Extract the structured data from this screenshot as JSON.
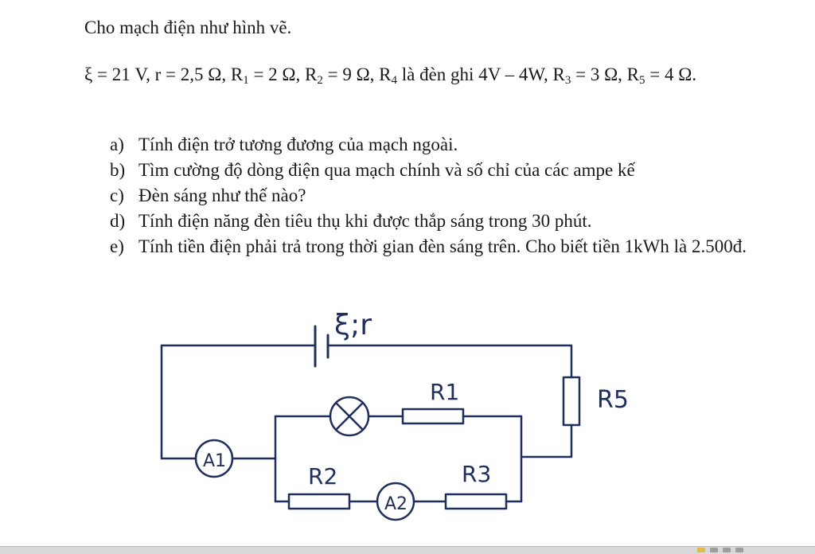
{
  "problem": {
    "intro": "Cho mạch điện như hình vẽ.",
    "given": [
      {
        "t": "ξ = 21 V, r = 2,5 Ω, R"
      },
      {
        "s": "1"
      },
      {
        "t": " = 2 Ω, R"
      },
      {
        "s": "2"
      },
      {
        "t": " = 9 Ω, R"
      },
      {
        "s": "4"
      },
      {
        "t": " là đèn ghi 4V – 4W, R"
      },
      {
        "s": "3"
      },
      {
        "t": " = 3 Ω, R"
      },
      {
        "s": "5"
      },
      {
        "t": " = 4 Ω."
      }
    ],
    "questions": [
      {
        "letter": "a)",
        "text": "Tính điện trở tương đương của mạch ngoài."
      },
      {
        "letter": "b)",
        "text": "Tìm cường độ dòng điện qua mạch chính và số chỉ của các ampe kế"
      },
      {
        "letter": "c)",
        "text": "Đèn sáng như thế nào?"
      },
      {
        "letter": "d)",
        "text": "Tính điện năng đèn tiêu thụ khi được thắp sáng trong 30 phút."
      },
      {
        "letter": "e)",
        "text": "Tính tiền điện phải trả trong thời gian đèn sáng trên. Cho biết tiền 1kWh là 2.500đ."
      }
    ]
  },
  "circuit": {
    "source_label": "ξ;r",
    "r1_label": "R1",
    "r2_label": "R2",
    "r3_label": "R3",
    "r5_label": "R5",
    "a1_label": "A1",
    "a2_label": "A2",
    "ink_color": "#1f2f5c"
  }
}
